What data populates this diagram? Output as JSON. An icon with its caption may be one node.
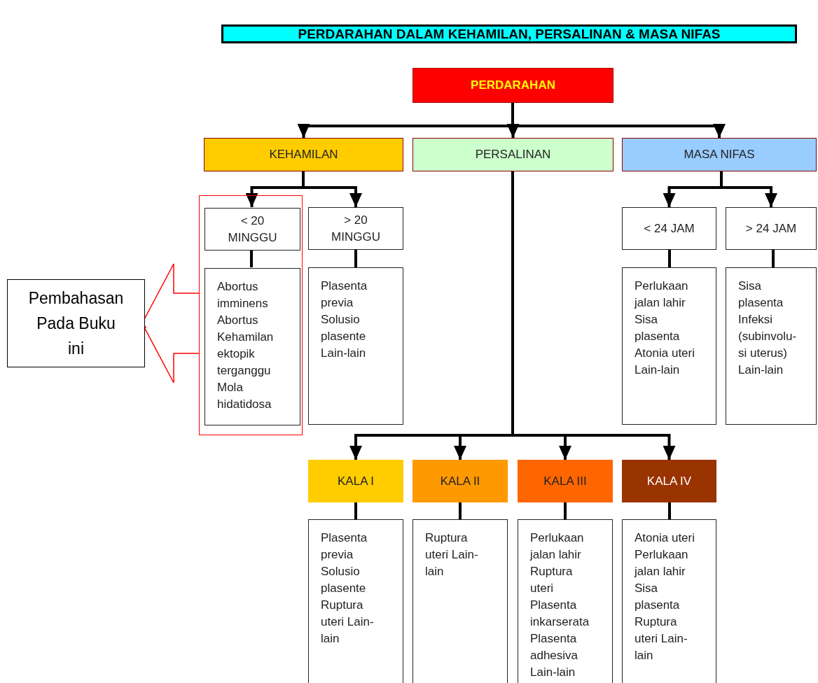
{
  "diagram": {
    "title": "PERDARAHAN DALAM KEHAMILAN, PERSALINAN & MASA NIFAS",
    "nodes": [
      {
        "text": [
          "PERDARAHAN"
        ]
      },
      {
        "text": [
          "KEHAMILAN"
        ]
      },
      {
        "text": [
          "PERSALINAN"
        ]
      },
      {
        "text": [
          "MASA NIFAS"
        ]
      },
      {
        "text": [],
        "shape": "box"
      },
      {
        "text": [
          "< 20 MINGGU"
        ],
        "in": 4
      },
      {
        "text": [
          "> 20 MINGGU"
        ]
      },
      {
        "text": [
          "Abortus imminens Abortus Kehamilan ektopik terganggu Mola hidatidosa"
        ],
        "in": 4
      },
      {
        "text": [
          "Plasenta previa Solusio plasente Lain-lain"
        ]
      },
      {
        "text": [
          "< 24 JAM"
        ]
      },
      {
        "text": [
          "> 24 JAM"
        ]
      },
      {
        "text": [
          "Perlukaan jalan lahir Sisa plasenta Atonia uteri Lain-lain"
        ]
      },
      {
        "text": [
          "Sisa plasenta Infeksi (subinvolu-si uterus) Lain-lain"
        ]
      },
      {
        "text": [
          "KALA I"
        ]
      },
      {
        "text": [
          "KALA II"
        ]
      },
      {
        "text": [
          "KALA III"
        ]
      },
      {
        "text": [
          "KALA IV"
        ]
      },
      {
        "text": [
          "Plasenta previa Solusio plasente Ruptura uteri Lain-lain"
        ]
      },
      {
        "text": [
          "Ruptura uteri Lain-lain"
        ]
      },
      {
        "text": [
          "Perlukaan jalan lahir Ruptura uteri Plasenta inkarserata Plasenta adhesiva Lain-lain"
        ]
      },
      {
        "text": [
          "Atonia uteri Perlukaan jalan lahir Sisa plasenta Ruptura uteri Lain-lain"
        ]
      },
      {
        "text": [
          "Pembahasan Pada Buku ini"
        ]
      }
    ],
    "edges": [
      {
        "from": 0,
        "to": 1,
        "arrow": "to"
      },
      {
        "from": 0,
        "to": 2,
        "arrow": "to"
      },
      {
        "from": 0,
        "to": 3,
        "arrow": "to"
      },
      {
        "from": 1,
        "to": 5,
        "arrow": "to"
      },
      {
        "from": 1,
        "to": 6,
        "arrow": "to"
      },
      {
        "from": 5,
        "to": 7,
        "arrow": "none"
      },
      {
        "from": 6,
        "to": 8,
        "arrow": "none"
      },
      {
        "from": 3,
        "to": 9,
        "arrow": "to"
      },
      {
        "from": 3,
        "to": 10,
        "arrow": "to"
      },
      {
        "from": 9,
        "to": 11,
        "arrow": "none"
      },
      {
        "from": 10,
        "to": 12,
        "arrow": "none"
      },
      {
        "from": 2,
        "to": 13,
        "arrow": "to"
      },
      {
        "from": 2,
        "to": 14,
        "arrow": "to"
      },
      {
        "from": 2,
        "to": 15,
        "arrow": "to"
      },
      {
        "from": 2,
        "to": 16,
        "arrow": "to"
      },
      {
        "from": 13,
        "to": 17,
        "arrow": "none"
      },
      {
        "from": 14,
        "to": 18,
        "arrow": "none"
      },
      {
        "from": 15,
        "to": 19,
        "arrow": "none"
      },
      {
        "from": 16,
        "to": 20,
        "arrow": "none"
      },
      {
        "from": 4,
        "to": 21,
        "arrow": "to",
        "color": "#ff0000"
      }
    ]
  }
}
